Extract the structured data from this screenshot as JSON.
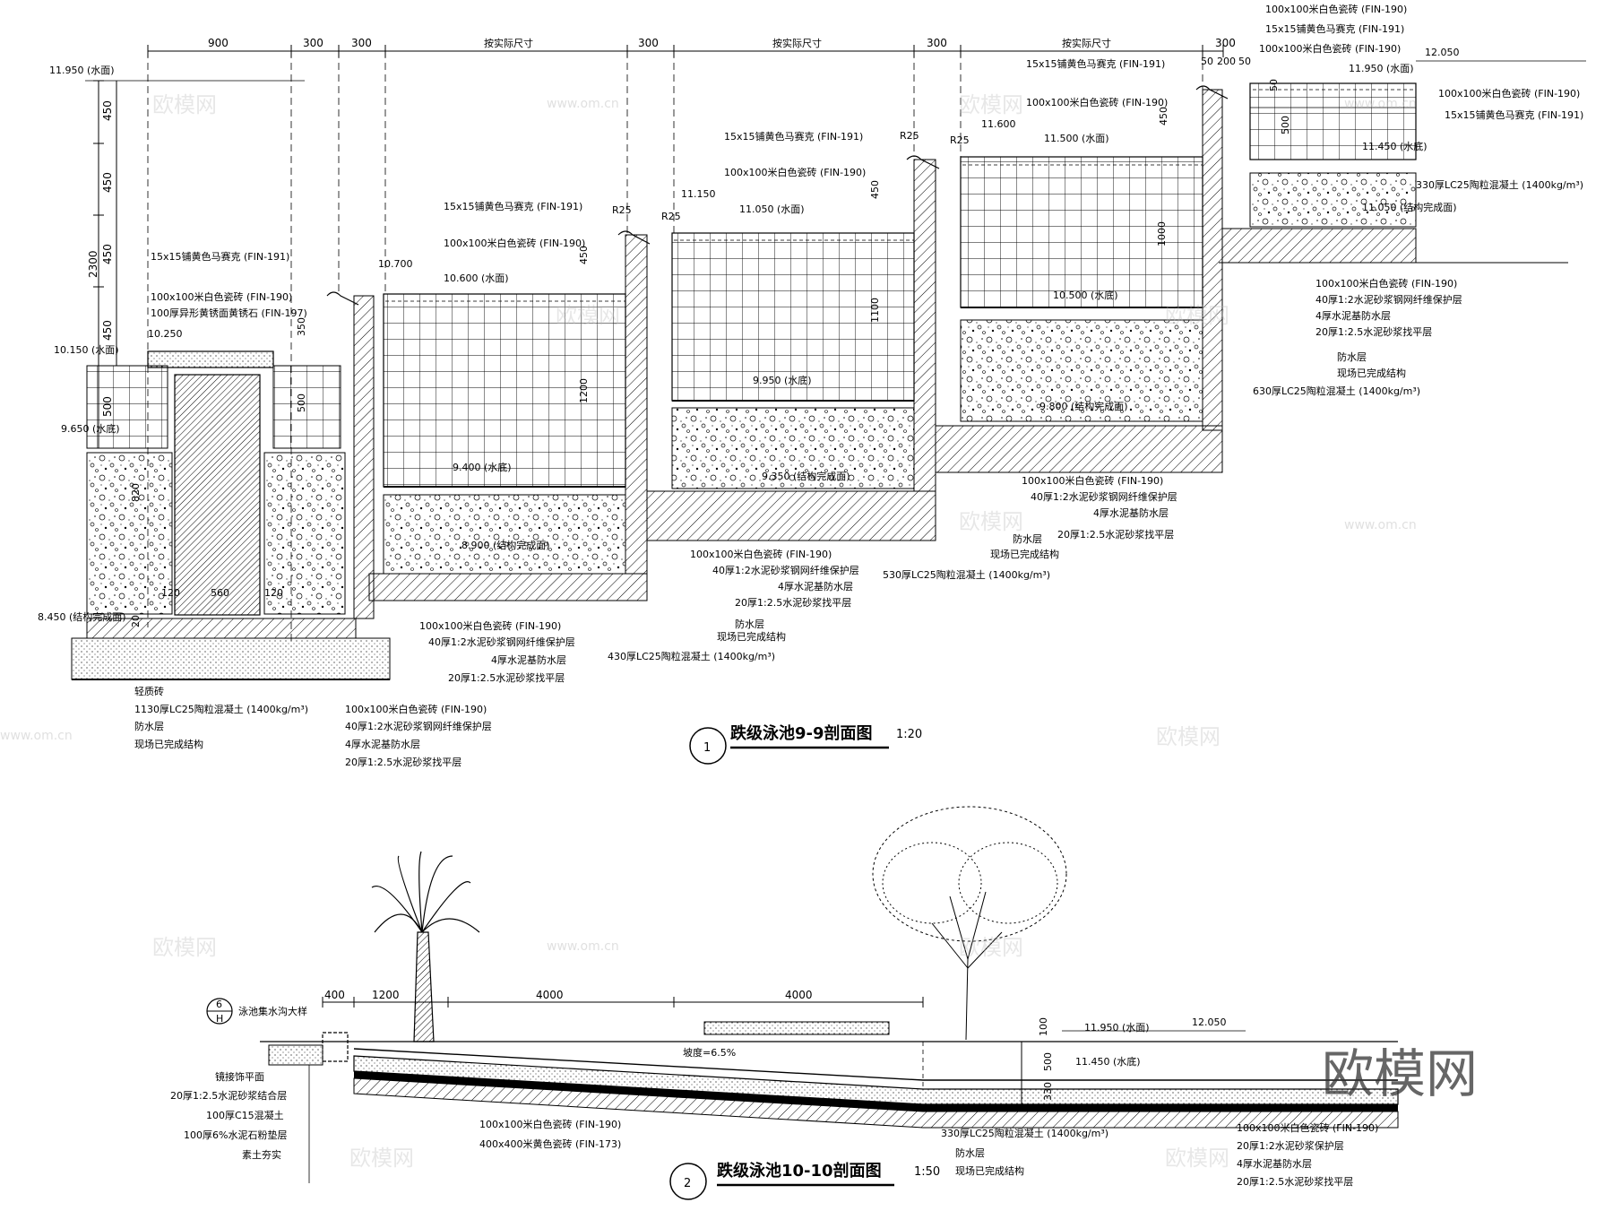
{
  "watermark": {
    "brand": "欧模网",
    "url": "www.om.cn"
  },
  "section1": {
    "number": "1",
    "title": "跌级泳池9-9剖面图",
    "scale": "1:20",
    "top_dims": [
      "900",
      "300",
      "300",
      "按实际尺寸",
      "300",
      "按实际尺寸",
      "300",
      "按实际尺寸",
      "300"
    ],
    "top_dims_small": [
      "50",
      "200",
      "50"
    ],
    "left_dims": [
      "450",
      "450",
      "450",
      "450",
      "500"
    ],
    "left_total": "2300",
    "inner_dims": [
      "350",
      "500",
      "820",
      "120",
      "560",
      "120",
      "20",
      "1200",
      "450",
      "1100",
      "450",
      "1000",
      "450",
      "500",
      "50",
      "R25",
      "R25",
      "R25",
      "R25"
    ],
    "levels": [
      "11.950 (水面)",
      "12.050",
      "11.950 (水面)",
      "11.450 (水底)",
      "11.050 (结构完成面)",
      "11.600",
      "11.500 (水面)",
      "10.500 (水底)",
      "9.800 (结构完成面)",
      "11.150",
      "11.050 (水面)",
      "9.950 (水底)",
      "9.350 (结构完成面)",
      "10.700",
      "10.600 (水面)",
      "9.400 (水底)",
      "8.900 (结构完成面)",
      "10.250",
      "10.150 (水面)",
      "9.650 (水底)",
      "8.450 (结构完成面)"
    ],
    "callouts": {
      "mosaic": "15x15铺黄色马赛克 (FIN-191)",
      "tile": "100x100米白色瓷砖 (FIN-190)",
      "granite": "100厚异形黄锈面黄锈石 (FIN-197)",
      "protect": "40厚1:2水泥砂浆钢网纤维保护层",
      "waterproof_cement": "4厚水泥基防水层",
      "screed": "20厚1:2.5水泥砂浆找平层",
      "waterproof": "防水层",
      "structure": "现场已完成结构",
      "lc330": "330厚LC25陶粒混凝土 (1400kg/m³)",
      "lc630": "630厚LC25陶粒混凝土 (1400kg/m³)",
      "lc530": "530厚LC25陶粒混凝土 (1400kg/m³)",
      "lc430": "430厚LC25陶粒混凝土 (1400kg/m³)",
      "lc1130": "1130厚LC25陶粒混凝土 (1400kg/m³)",
      "light": "轻质砖"
    }
  },
  "section2": {
    "number": "2",
    "title": "跌级泳池10-10剖面图",
    "scale": "1:50",
    "ref": {
      "num": "6",
      "sheet": "H"
    },
    "ref_label": "泳池集水沟大样",
    "dims": [
      "400",
      "1200",
      "4000",
      "4000"
    ],
    "slope": "坡度=6.5%",
    "right_dims": [
      "100",
      "500",
      "330"
    ],
    "levels": [
      "11.950 (水面)",
      "12.050",
      "11.450 (水底)"
    ],
    "left_layers": [
      "镜接饰平面",
      "20厚1:2.5水泥砂浆结合层",
      "100厚C15混凝土",
      "100厚6%水泥石粉垫层",
      "素土夯实"
    ],
    "bottom_callouts": [
      "100x100米白色瓷砖 (FIN-190)",
      "400x400米黄色瓷砖 (FIN-173)"
    ],
    "mid_callouts": [
      "330厚LC25陶粒混凝土 (1400kg/m³)",
      "防水层",
      "现场已完成结构"
    ],
    "right_callouts": [
      "100x100米白色瓷砖 (FIN-190)",
      "20厚1:2水泥砂浆保护层",
      "4厚水泥基防水层",
      "20厚1:2.5水泥砂浆找平层"
    ]
  },
  "colors": {
    "line": "#000000",
    "watermark": "#bbbbbb"
  }
}
